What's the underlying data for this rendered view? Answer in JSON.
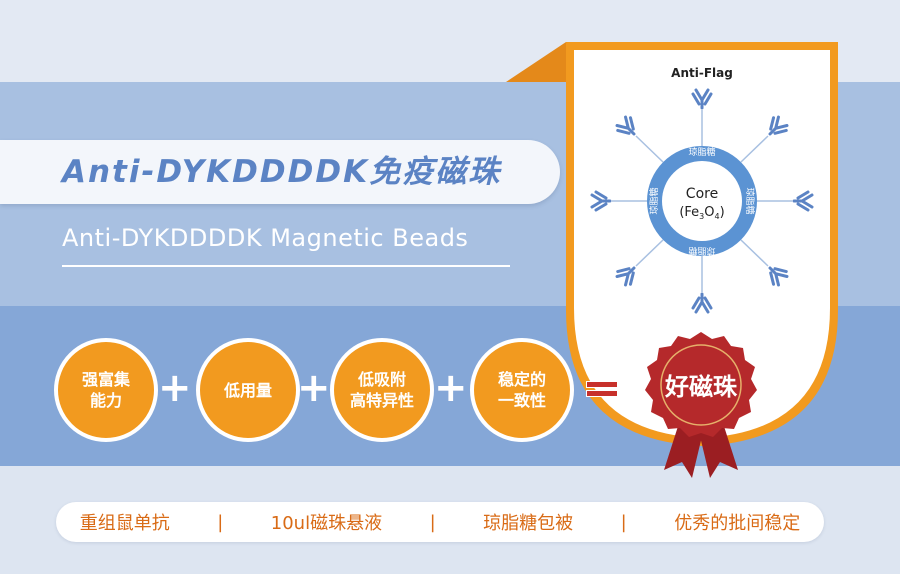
{
  "title_zh": "Anti-DYKDDDDK免疫磁珠",
  "subtitle_en": "Anti-DYKDDDDK Magnetic Beads",
  "diagram": {
    "antibody_label": "Anti-Flag",
    "core_label": "Core",
    "core_formula": {
      "fe": "(Fe",
      "fe_sub": "3",
      "o": "O",
      "o_sub": "4",
      "close": ")"
    },
    "ring_label": "琼脂糖"
  },
  "formula": {
    "items": [
      {
        "line1": "强富集",
        "line2": "能力"
      },
      {
        "line1": "低用量",
        "line2": ""
      },
      {
        "line1": "低吸附",
        "line2": "高特异性"
      },
      {
        "line1": "稳定的",
        "line2": "一致性"
      }
    ],
    "plus": "+",
    "result": "好磁珠"
  },
  "features": [
    "重组鼠单抗",
    "10ul磁珠悬液",
    "琼脂糖包被",
    "优秀的批间稳定"
  ],
  "separator": "|",
  "colors": {
    "band_top": "#a8c0e1",
    "band_mid": "#85a7d7",
    "orange": "#f29a1f",
    "red": "#c7302b",
    "title_blue": "#5b83c4",
    "antibody_blue": "#5b83c4"
  }
}
